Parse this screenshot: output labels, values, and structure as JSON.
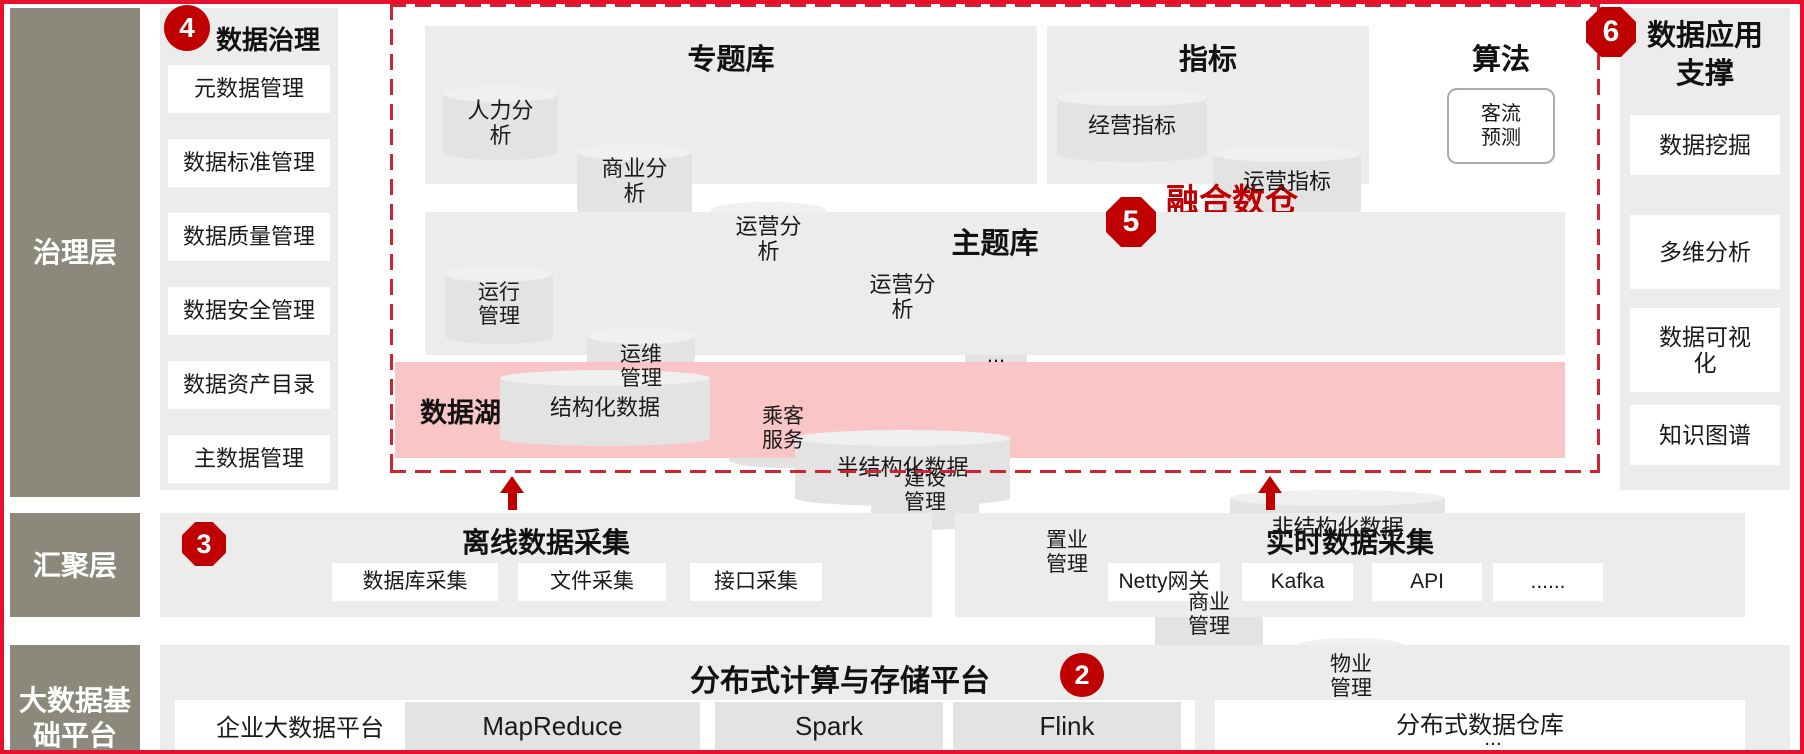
{
  "colors": {
    "accent_red": "#c00000",
    "outer_border_red": "#e8112d",
    "dashed_border_red": "#cf2433",
    "datalake_pink": "#f9c5c7",
    "layer_label_gray": "#8a897c",
    "panel_gray": "#ececec",
    "cylinder_gray": "#e3e3e3"
  },
  "layers": {
    "governance": "治理层",
    "aggregation": "汇聚层",
    "platform_line1": "大数据基",
    "platform_line2": "础平台"
  },
  "governance": {
    "badge": "4",
    "title": "数据治理",
    "items": [
      "元数据管理",
      "数据标准管理",
      "数据质量管理",
      "数据安全管理",
      "数据资产目录",
      "主数据管理"
    ]
  },
  "fusion": {
    "badge": "5",
    "title": "融合数仓",
    "thematic": {
      "title": "专题库",
      "cylinders": [
        "人力分析",
        "商业分析",
        "运营分析",
        "运营分析",
        "..."
      ]
    },
    "indicators": {
      "title": "指标",
      "cylinders": [
        "经营指标",
        "运营指标"
      ]
    },
    "algorithm": {
      "title": "算法",
      "item": "客流预测"
    },
    "subject": {
      "title": "主题库",
      "cylinders": [
        "运行管理",
        "运维管理",
        "乘客服务",
        "建设管理",
        "置业管理",
        "商业管理",
        "物业管理",
        "..."
      ]
    },
    "datalake": {
      "label": "数据湖",
      "cylinders": [
        "结构化数据",
        "半结构化数据",
        "非结构化数据"
      ]
    }
  },
  "application": {
    "badge": "6",
    "title_line1": "数据应用",
    "title_line2": "支撑",
    "items": [
      "数据挖掘",
      "多维分析",
      "数据可视化",
      "知识图谱"
    ]
  },
  "collection": {
    "offline": {
      "badge": "3",
      "title": "离线数据采集",
      "items": [
        "数据库采集",
        "文件采集",
        "接口采集"
      ]
    },
    "realtime": {
      "title": "实时数据采集",
      "items": [
        "Netty网关",
        "Kafka",
        "API",
        "......"
      ]
    }
  },
  "platform": {
    "badge": "2",
    "title": "分布式计算与存储平台",
    "enterprise": "企业大数据平台",
    "engines": [
      "MapReduce",
      "Spark",
      "Flink"
    ],
    "warehouse": "分布式数据仓库"
  }
}
